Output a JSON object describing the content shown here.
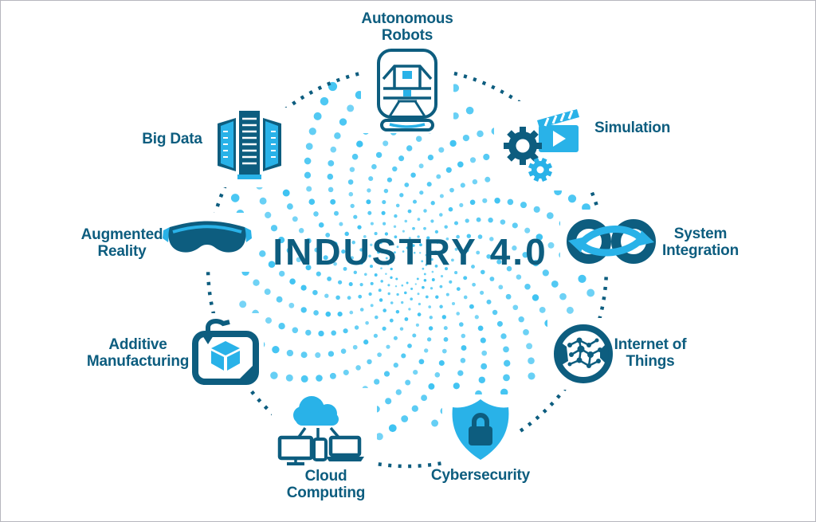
{
  "title": "INDUSTRY 4.0",
  "colors": {
    "dark_teal": "#0d5d7f",
    "accent_blue": "#29b2e8",
    "dot_cyan": "#3fc3f2",
    "background": "#ffffff",
    "frame_border": "#b6b6be"
  },
  "decoration": {
    "outer_ring": "dotted-circle",
    "center_pattern": "spiral-of-dots"
  },
  "nodes": [
    {
      "id": "autonomous-robots",
      "label": "Autonomous Robots",
      "icon": "autonomous-car-icon"
    },
    {
      "id": "simulation",
      "label": "Simulation",
      "icon": "gears-clapperboard-icon"
    },
    {
      "id": "system-integration",
      "label": "System Integration",
      "icon": "chain-links-icon"
    },
    {
      "id": "internet-of-things",
      "label": "Internet of Things",
      "icon": "network-globe-icon"
    },
    {
      "id": "cybersecurity",
      "label": "Cybersecurity",
      "icon": "shield-lock-icon"
    },
    {
      "id": "cloud-computing",
      "label": "Cloud Computing",
      "icon": "cloud-devices-icon"
    },
    {
      "id": "additive-manufacturing",
      "label": "Additive Manufacturing",
      "icon": "printer-cube-icon"
    },
    {
      "id": "augmented-reality",
      "label": "Augmented Reality",
      "icon": "ar-headset-icon"
    },
    {
      "id": "big-data",
      "label": "Big Data",
      "icon": "server-towers-icon"
    }
  ]
}
